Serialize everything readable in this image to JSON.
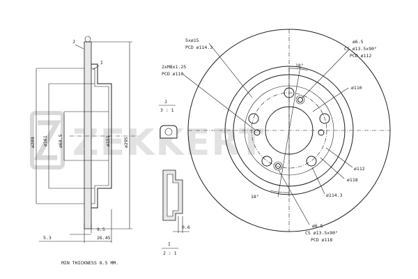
{
  "watermark": {
    "brand": "ZEKKERT"
  },
  "side_view": {
    "section_mark": "J",
    "detail_mark": "I",
    "dim_outer": "ø295",
    "dim_hat": "ø151",
    "dim_pilot": "ø68.5",
    "dim_bore": "ø161",
    "dim_face": "ø209",
    "dim_thickness": "9.5",
    "dim_hat_height": "26.45",
    "dim_offset": "5.3"
  },
  "detail_j": {
    "label": "J",
    "scale": "3 : 1"
  },
  "detail_i": {
    "label": "I",
    "scale": "2 : 1",
    "dim": "0.6"
  },
  "front_view": {
    "holes_label": "5xø15",
    "holes_pcd": "PCD ø114.3",
    "threads_label": "2xM8x1.25",
    "threads_pcd": "PCD ø110",
    "cs_top_hole": "ø6.5",
    "cs_top_spec": "CS ø13.5x90°",
    "cs_top_pcd": "PCD ø112",
    "angle_top": "18°",
    "angle_bottom": "18°",
    "dim_110": "ø110",
    "dim_112": "ø112",
    "dim_118": "ø118",
    "dim_1143": "ø114.3",
    "cs_bottom_hole": "ø6.5",
    "cs_bottom_spec": "CS ø13.5x90°",
    "cs_bottom_pcd": "PCD ø118"
  },
  "note": {
    "min_thickness": "MIN THICKNESS 8.5 MM."
  }
}
